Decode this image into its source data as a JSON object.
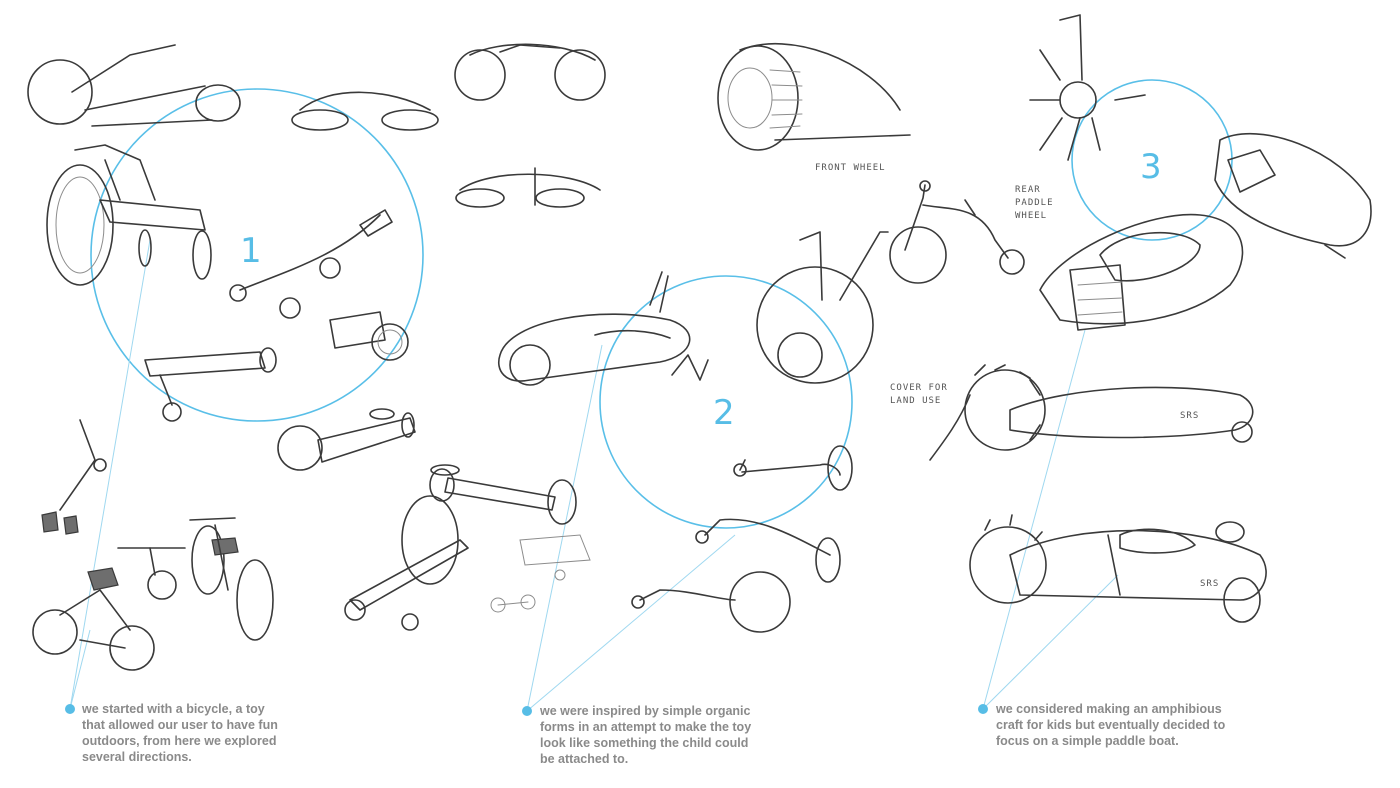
{
  "board": {
    "concepts": [
      {
        "number": "1",
        "caption": "we started with a bicycle, a toy\nthat  allowed our user to have fun\noutdoors, from here we explored\nseveral directions."
      },
      {
        "number": "2",
        "caption": "we were inspired by simple organic\nforms in an attempt to make the toy\nlook like something the child could\nbe attached to."
      },
      {
        "number": "3",
        "caption": "we considered making an amphibious\ncraft for kids but eventually decided to\nfocus on a simple paddle boat."
      }
    ],
    "sketch_notes": {
      "front_wheel": "FRONT WHEEL",
      "rear_paddle_1": "REAR",
      "rear_paddle_2": "PADDLE",
      "rear_paddle_3": "WHEEL",
      "cover_1": "COVER FOR",
      "cover_2": "LAND USE",
      "brand_mark": "SRS"
    },
    "colors": {
      "accent": "#57bde6",
      "caption_text": "#8a8a8a",
      "pencil": "#3a3a3a"
    }
  }
}
